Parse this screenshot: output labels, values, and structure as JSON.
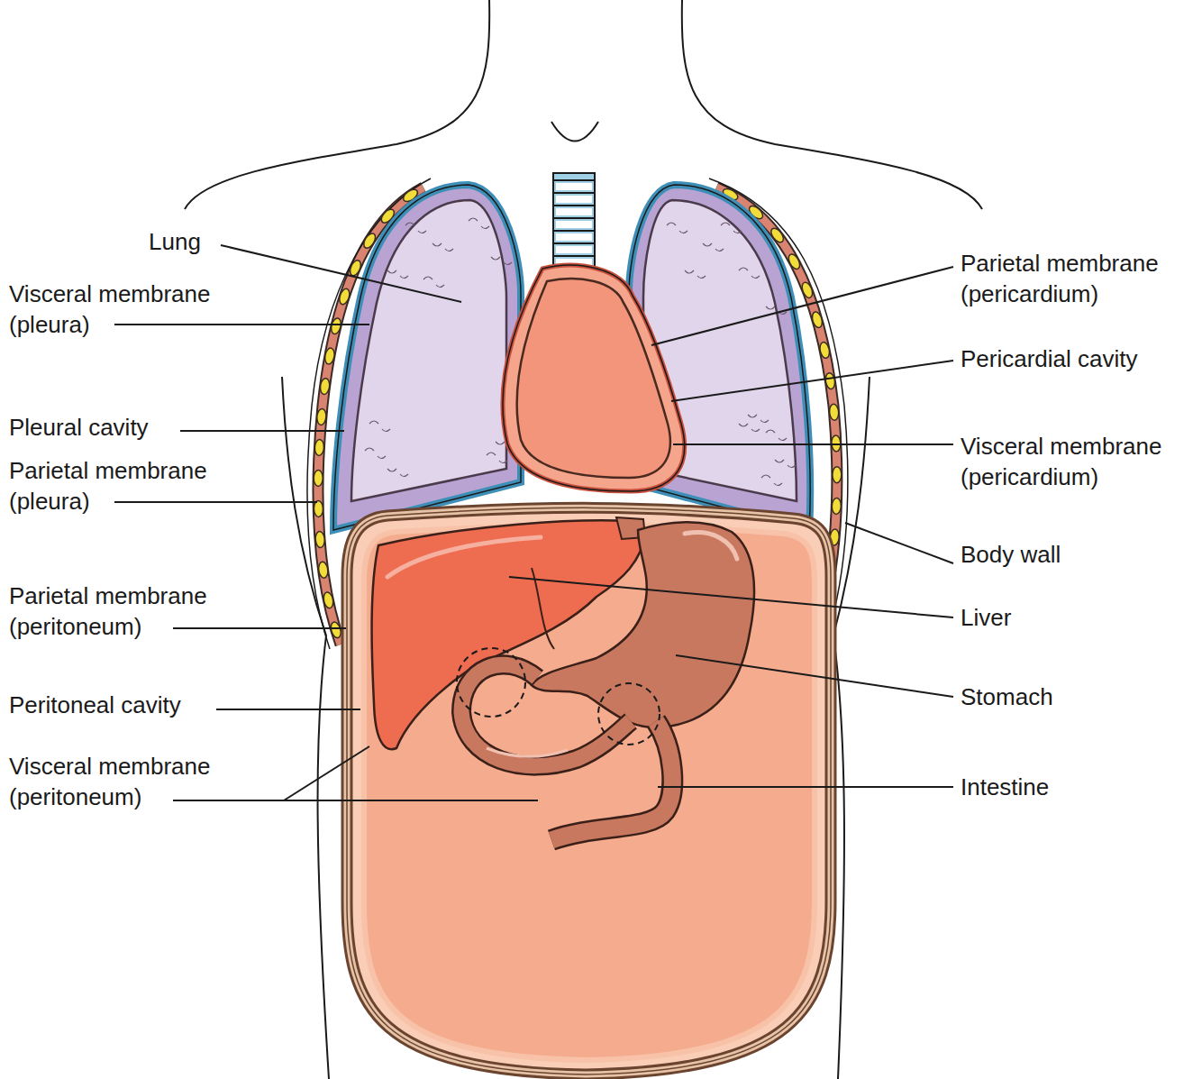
{
  "diagram": {
    "labels": [
      "Lung",
      "Visceral membrane (pleura)",
      "Pleural cavity",
      "Parietal membrane (pleura)",
      "Parietal membrane (peritoneum)",
      "Peritoneal cavity",
      "Visceral membrane (peritoneum)",
      "Parietal membrane (pericardium)",
      "Pericardial cavity",
      "Visceral membrane (pericardium)",
      "Body wall",
      "Liver",
      "Stomach",
      "Intestine"
    ]
  }
}
